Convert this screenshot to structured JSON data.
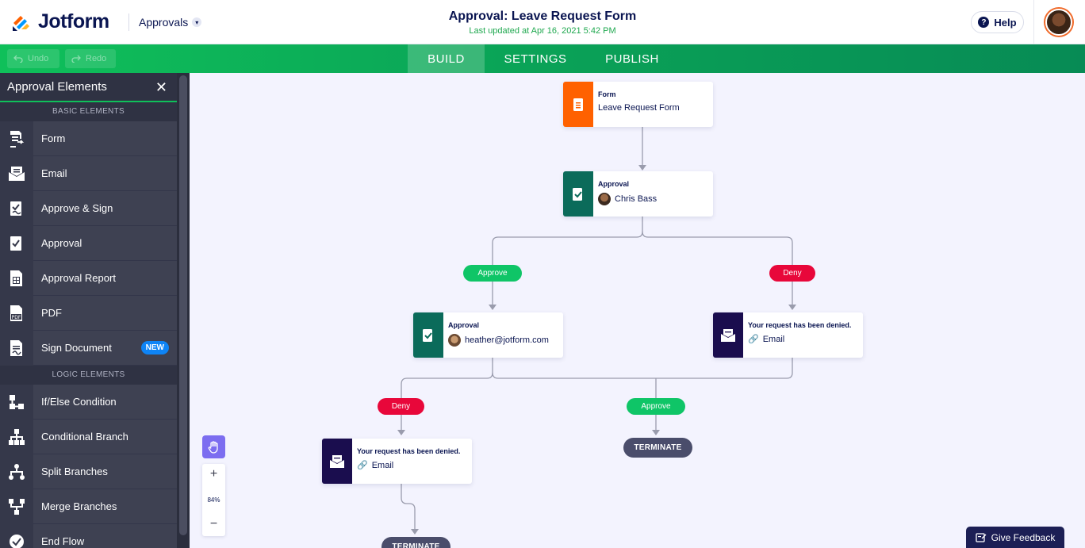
{
  "header": {
    "logo_text": "Jotform",
    "app_menu_label": "Approvals",
    "title": "Approval: Leave Request Form",
    "subtitle": "Last updated at Apr 16, 2021 5:42 PM",
    "help_label": "Help"
  },
  "toolbar": {
    "undo_label": "Undo",
    "redo_label": "Redo",
    "tabs": [
      {
        "label": "BUILD",
        "active": true
      },
      {
        "label": "SETTINGS",
        "active": false
      },
      {
        "label": "PUBLISH",
        "active": false
      }
    ]
  },
  "sidebar": {
    "title": "Approval Elements",
    "basic_section": "BASIC ELEMENTS",
    "logic_section": "LOGIC ELEMENTS",
    "basic_items": [
      {
        "label": "Form",
        "icon": "form-icon"
      },
      {
        "label": "Email",
        "icon": "email-icon"
      },
      {
        "label": "Approve & Sign",
        "icon": "approve-sign-icon"
      },
      {
        "label": "Approval",
        "icon": "approval-icon"
      },
      {
        "label": "Approval Report",
        "icon": "report-icon"
      },
      {
        "label": "PDF",
        "icon": "pdf-icon"
      },
      {
        "label": "Sign Document",
        "icon": "sign-document-icon",
        "badge": "NEW"
      }
    ],
    "logic_items": [
      {
        "label": "If/Else Condition",
        "icon": "if-else-icon"
      },
      {
        "label": "Conditional Branch",
        "icon": "conditional-branch-icon"
      },
      {
        "label": "Split Branches",
        "icon": "split-branches-icon"
      },
      {
        "label": "Merge Branches",
        "icon": "merge-branches-icon"
      },
      {
        "label": "End Flow",
        "icon": "end-flow-icon"
      }
    ]
  },
  "flow": {
    "form_node": {
      "type": "Form",
      "value": "Leave Request Form"
    },
    "approval_1": {
      "type": "Approval",
      "value": "Chris Bass"
    },
    "approval_2": {
      "type": "Approval",
      "value": "heather@jotform.com"
    },
    "email_1": {
      "type": "Your request has been denied.",
      "value": "Email"
    },
    "email_2": {
      "type": "Your request has been denied.",
      "value": "Email"
    },
    "approve_label": "Approve",
    "deny_label": "Deny",
    "terminate_label": "TERMINATE"
  },
  "zoom": {
    "level": "84%"
  },
  "feedback_label": "Give Feedback",
  "colors": {
    "accent_green": "#0fc05a",
    "approval_green": "#0b6b5a",
    "form_orange": "#ff6100",
    "email_navy": "#1a0d4e",
    "deny_red": "#e8073a",
    "approve_green": "#0fc567"
  }
}
